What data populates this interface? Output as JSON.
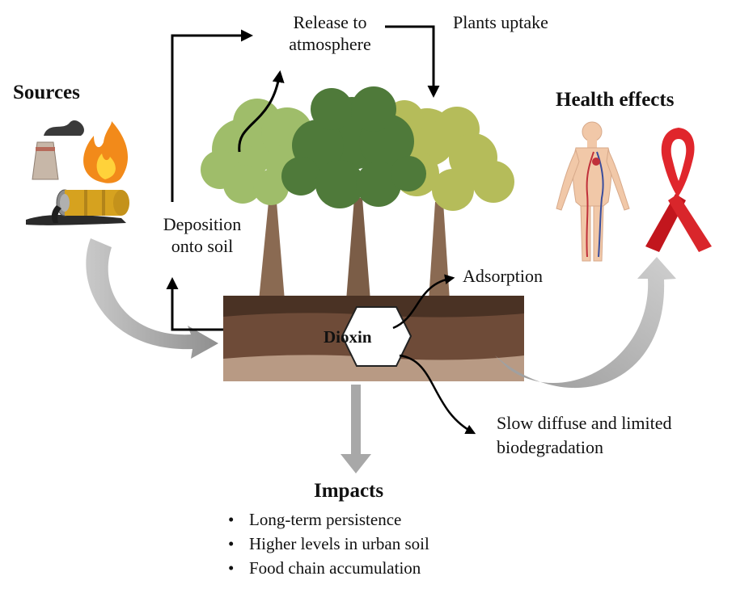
{
  "sources": {
    "title": "Sources"
  },
  "health": {
    "title": "Health effects"
  },
  "center": {
    "label": "Dioxin"
  },
  "processes": {
    "release_line1": "Release to",
    "release_line2": "atmosphere",
    "plants_uptake": "Plants uptake",
    "deposition_line1": "Deposition",
    "deposition_line2": "onto soil",
    "adsorption": "Adsorption",
    "diffuse_line1": "Slow diffuse and limited",
    "diffuse_line2": "biodegradation"
  },
  "impacts": {
    "title": "Impacts",
    "items": [
      "Long-term persistence",
      "Higher levels in urban soil",
      "Food chain accumulation"
    ]
  },
  "colors": {
    "soil_top": "#4a3224",
    "soil_mid": "#6e4b38",
    "soil_bottom": "#b89a84",
    "tree_light": "#9fbd6a",
    "tree_dark": "#4f7a3a",
    "tree_olive": "#b5bc5a",
    "trunk": "#8a6a52",
    "ribbon": "#d9262b",
    "flow_arrow_gray": "#a8a8a8"
  },
  "icons": [
    "factory-icon",
    "fire-icon",
    "oil-barrel-icon",
    "human-body-icon",
    "awareness-ribbon-icon"
  ]
}
